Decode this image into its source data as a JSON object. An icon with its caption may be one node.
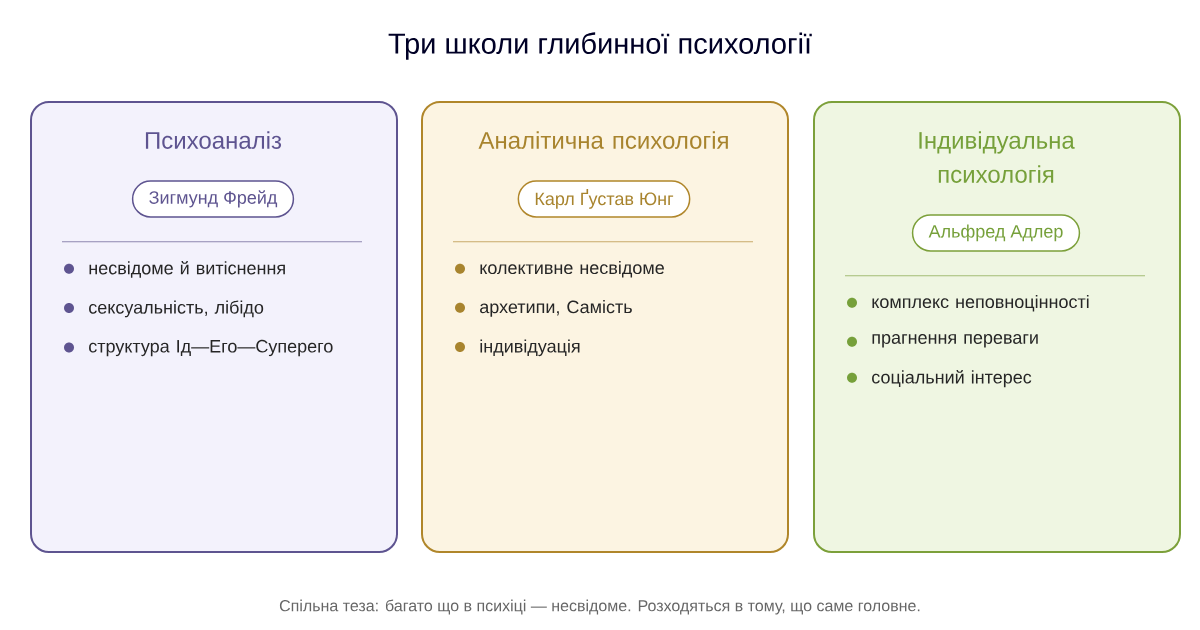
{
  "diagram": {
    "title": "Три школи глибинної психології",
    "nodes": [
      {
        "text": [
          "Психоаналіз",
          "несвідоме й витіснення",
          "сексуальність, лібідо",
          "структура Ід—Его—Суперего"
        ]
      },
      {
        "text": [
          "Зигмунд Фрейд"
        ],
        "in": 0
      },
      {
        "text": [
          "Аналітична психологія",
          "колективне несвідоме",
          "архетипи, Самість",
          "індивідуація"
        ]
      },
      {
        "text": [
          "Карл Ґустав Юнг"
        ],
        "in": 2
      },
      {
        "text": [
          "Індивідуальна психологія",
          "комплекс неповноцінності",
          "прагнення переваги",
          "соціальний інтерес"
        ]
      },
      {
        "text": [
          "Альфред Адлер"
        ],
        "in": 4
      }
    ],
    "caption": "Спільна теза: багато що в психіці — несвідоме. Розходяться в тому, що саме головне."
  }
}
